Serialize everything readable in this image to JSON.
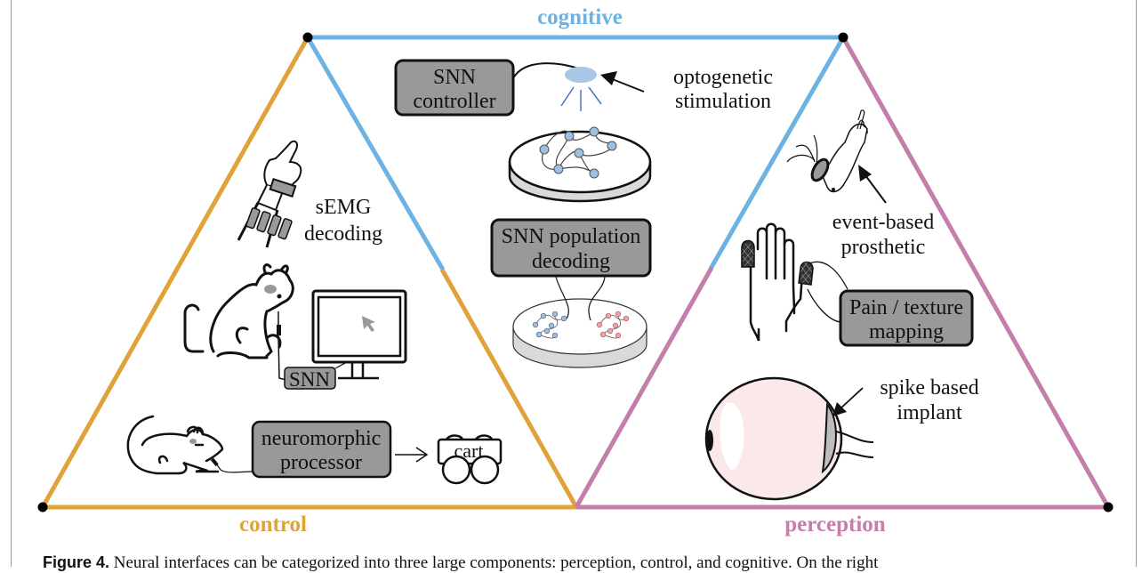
{
  "colors": {
    "cognitive": "#6cb3e3",
    "control": "#e0a33a",
    "perception": "#c37fa9",
    "box_fill": "#999999",
    "neuron_blue": "#9dbfe3",
    "neuron_red": "#f0a3a3",
    "eye_fill": "#fbe9e9",
    "light_source": "#a9c6e6"
  },
  "categories": {
    "cognitive": "cognitive",
    "control": "control",
    "perception": "perception"
  },
  "cognitive": {
    "snn_controller_line1": "SNN",
    "snn_controller_line2": "controller",
    "optogenetic_line1": "optogenetic",
    "optogenetic_line2": "stimulation",
    "population_line1": "SNN population",
    "population_line2": "decoding"
  },
  "control": {
    "semg_line1": "sEMG",
    "semg_line2": "decoding",
    "snn_label": "SNN",
    "processor_line1": "neuromorphic",
    "processor_line2": "processor",
    "cart_label": "cart"
  },
  "perception": {
    "prosthetic_line1": "event-based",
    "prosthetic_line2": "prosthetic",
    "pain_line1": "Pain / texture",
    "pain_line2": "mapping",
    "implant_line1": "spike based",
    "implant_line2": "implant"
  },
  "caption": {
    "label": "Figure 4.",
    "text": "Neural interfaces can be categorized into three large components: perception, control, and cognitive. On the right"
  }
}
